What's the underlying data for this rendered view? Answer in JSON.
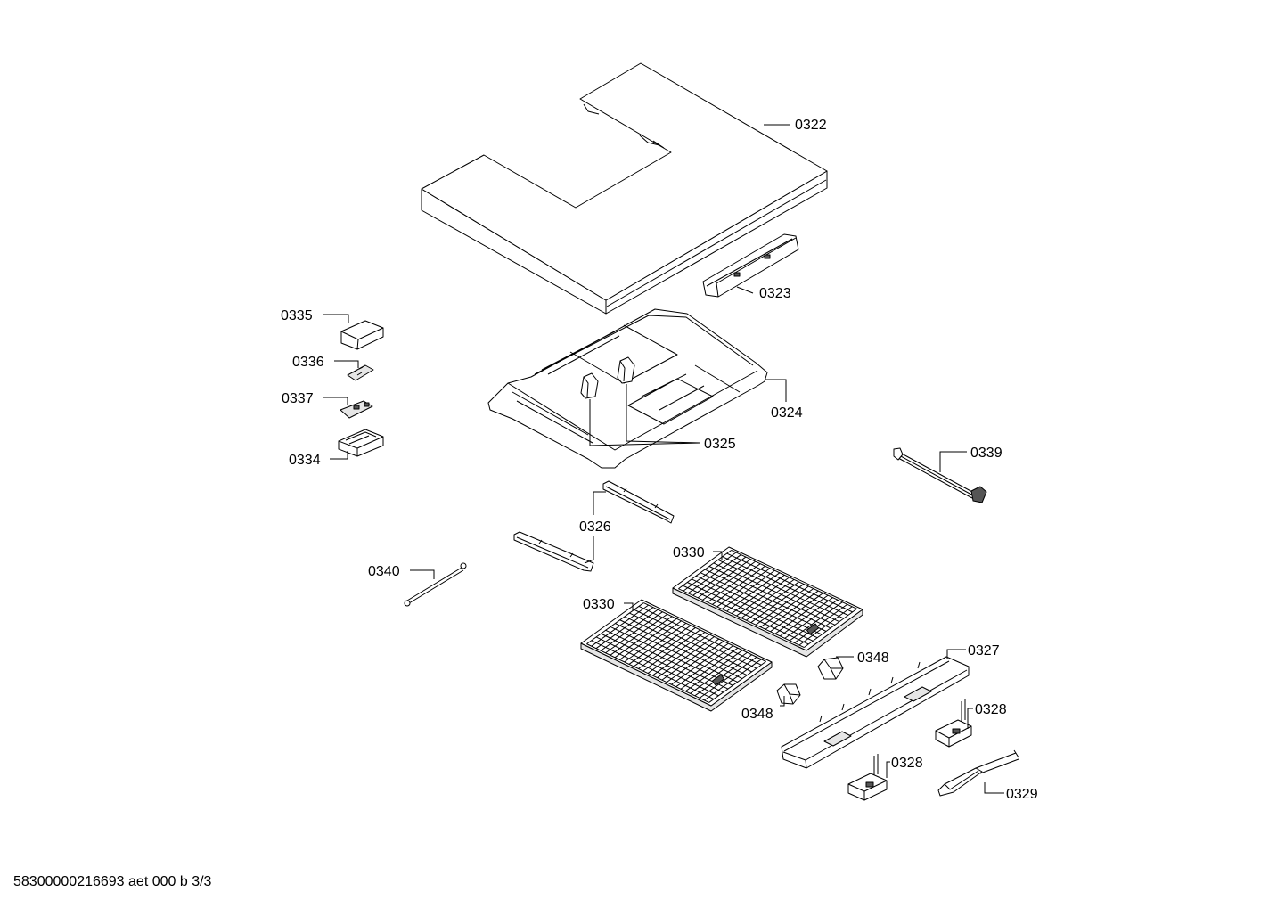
{
  "diagram": {
    "callouts": {
      "c0322": "0322",
      "c0323": "0323",
      "c0335": "0335",
      "c0336": "0336",
      "c0337": "0337",
      "c0334": "0334",
      "c0324": "0324",
      "c0325": "0325",
      "c0339": "0339",
      "c0326": "0326",
      "c0330_upper": "0330",
      "c0340": "0340",
      "c0330_lower": "0330",
      "c0348_upper": "0348",
      "c0327": "0327",
      "c0348_lower": "0348",
      "c0328_upper": "0328",
      "c0328_lower": "0328",
      "c0329": "0329"
    }
  },
  "footer": {
    "document_id": "58300000216693 aet 000 b 3/3"
  }
}
